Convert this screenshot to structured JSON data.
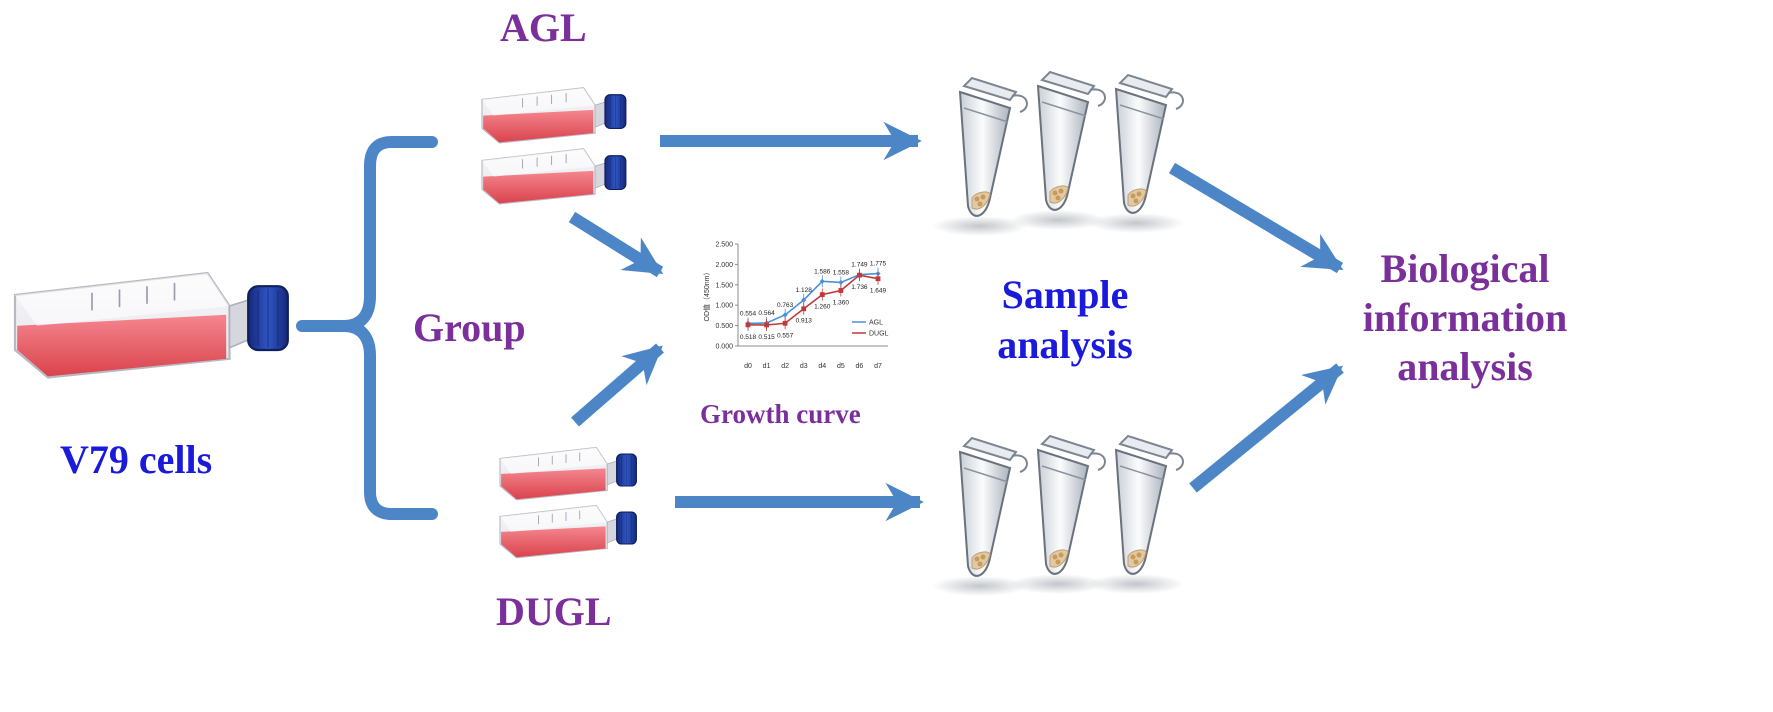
{
  "labels": {
    "start": "V79 cells",
    "group": "Group",
    "agl": "AGL",
    "dugl": "DUGL",
    "growth_curve": "Growth curve",
    "sample_line1": "Sample",
    "sample_line2": "analysis",
    "bio_line1": "Biological",
    "bio_line2": "information",
    "bio_line3": "analysis"
  },
  "colors": {
    "arrow": "#4d86c6",
    "blue_text": "#1a1adb",
    "purple_text": "#7a2f9a",
    "agl_series": "#4a90d9",
    "dugl_series": "#c0393b",
    "flask_cap": "#1f3b8f",
    "flask_medium": "#e8505b"
  },
  "icons": {
    "big_flask": "culture-flask-icon",
    "small_flask": "culture-flask-icon",
    "tube": "microcentrifuge-tube-icon",
    "arrow": "arrow-icon",
    "brace": "left-brace-icon"
  },
  "chart_data": {
    "type": "line",
    "categories": [
      "d0",
      "d1",
      "d2",
      "d3",
      "d4",
      "d5",
      "d6",
      "d7"
    ],
    "ylabel": "OD值（450nm）",
    "ylim": [
      0,
      2.5
    ],
    "yticks": [
      "0.000",
      "0.500",
      "1.000",
      "1.500",
      "2.000",
      "2.500"
    ],
    "series": [
      {
        "name": "AGL",
        "values": [
          0.554,
          0.564,
          0.763,
          1.128,
          1.586,
          1.558,
          1.749,
          1.775
        ],
        "labels": [
          "0.554",
          "0.564",
          "0.763",
          "1.128",
          "1.586",
          "1.558",
          "1.749",
          "1.775"
        ]
      },
      {
        "name": "DUGL",
        "values": [
          0.518,
          0.515,
          0.557,
          0.913,
          1.26,
          1.36,
          1.736,
          1.649
        ],
        "labels": [
          "0.518",
          "0.515",
          "0.557",
          "0.913",
          "1.260",
          "1.360",
          "1.736",
          "1.649"
        ]
      }
    ],
    "legend": "bottom-right"
  }
}
